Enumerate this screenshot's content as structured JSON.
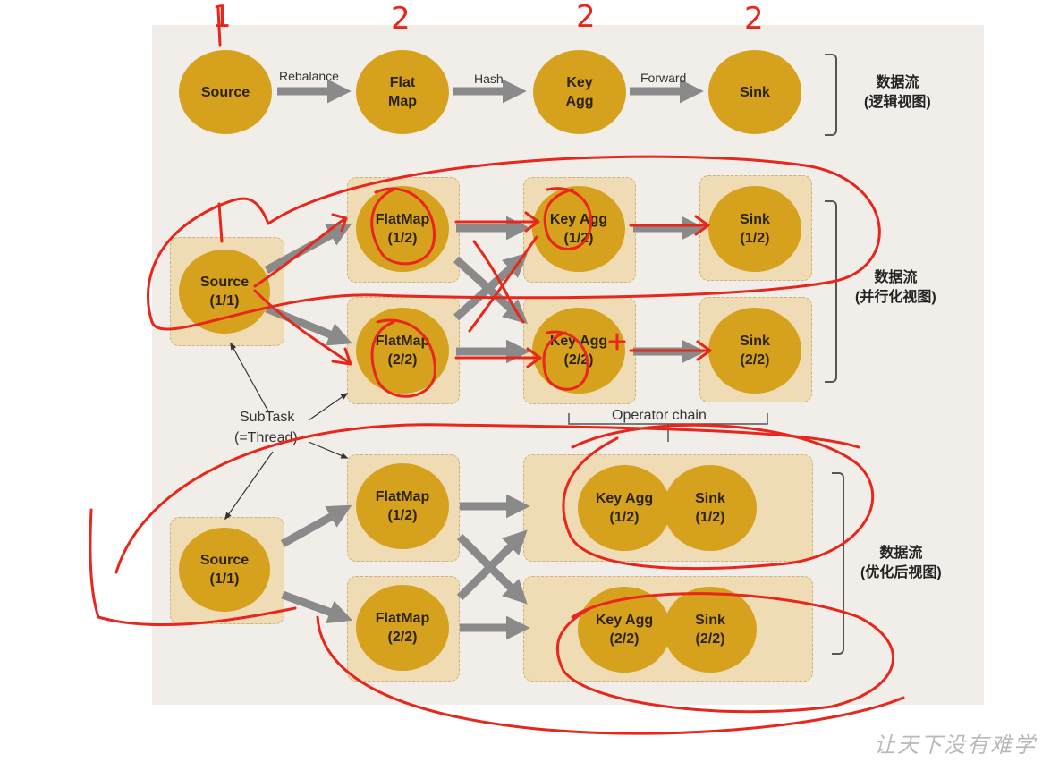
{
  "logical": {
    "nodes": {
      "source": [
        "Source"
      ],
      "flatmap": [
        "Flat",
        "Map"
      ],
      "keyagg": [
        "Key",
        "Agg"
      ],
      "sink": [
        "Sink"
      ]
    },
    "edges": {
      "rebalance": "Rebalance",
      "hash": "Hash",
      "forward": "Forward"
    },
    "side_title": "数据流",
    "side_sub": "(逻辑视图)"
  },
  "parallel": {
    "source": [
      "Source",
      "(1/1)"
    ],
    "flatmap1": [
      "FlatMap",
      "(1/2)"
    ],
    "flatmap2": [
      "FlatMap",
      "(2/2)"
    ],
    "keyagg1": [
      "Key Agg",
      "(1/2)"
    ],
    "keyagg2": [
      "Key Agg",
      "(2/2)"
    ],
    "sink1": [
      "Sink",
      "(1/2)"
    ],
    "sink2": [
      "Sink",
      "(2/2)"
    ],
    "side_title": "数据流",
    "side_sub": "(并行化视图)"
  },
  "annotations": {
    "subtask_line1": "SubTask",
    "subtask_line2": "(=Thread)",
    "operator_chain": "Operator chain"
  },
  "optimized": {
    "source": [
      "Source",
      "(1/1)"
    ],
    "flatmap1": [
      "FlatMap",
      "(1/2)"
    ],
    "flatmap2": [
      "FlatMap",
      "(2/2)"
    ],
    "keyagg1": [
      "Key Agg",
      "(1/2)"
    ],
    "keyagg2": [
      "Key Agg",
      "(2/2)"
    ],
    "sink1": [
      "Sink",
      "(1/2)"
    ],
    "sink2": [
      "Sink",
      "(2/2)"
    ],
    "side_title": "数据流",
    "side_sub": "(优化后视图)"
  },
  "handwritten_parallelism": [
    "1",
    "2",
    "2",
    "2"
  ],
  "watermark": "让天下没有难学",
  "colors": {
    "node": "#d6a11d",
    "box": "#efdcb5",
    "arrow": "#8a8a8a",
    "ink": "#e8261c",
    "panel": "#f1eee9"
  }
}
